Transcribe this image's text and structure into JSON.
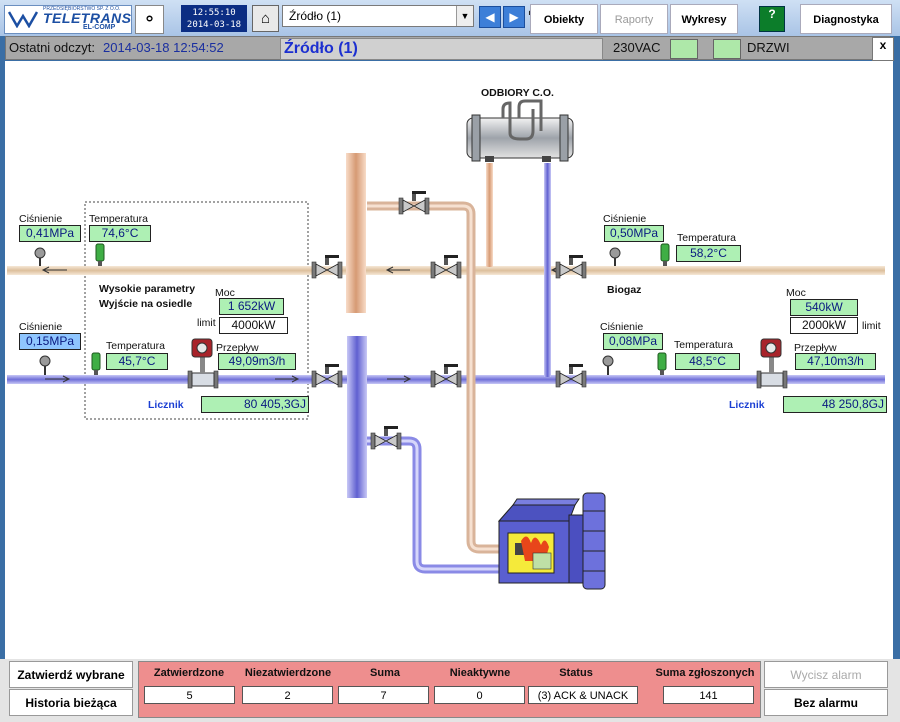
{
  "toolbar": {
    "logo_small": "PRZEDSIĘBIORSTWO SP. Z O.O.",
    "logo_main": "TELETRANS",
    "logo_sub": "EL-COMP",
    "clock_time": "12:55:10",
    "clock_date": "2014-03-18",
    "source_select_value": "Źródło (1)",
    "menu": {
      "objects": "Obiekty",
      "reports": "Raporty",
      "charts": "Wykresy",
      "help": "?",
      "diagnostics": "Diagnostyka"
    }
  },
  "status": {
    "last_reading_label": "Ostatni odczyt:",
    "last_reading_time": "2014-03-18 12:54:52",
    "station_title": "Źródło (1)",
    "power_label": "230VAC",
    "door_label": "DRZWI",
    "close_label": "x",
    "indicator_color": "#aee8a9"
  },
  "diagram": {
    "receivers_title": "ODBIORY C.O.",
    "left_supply": {
      "pressure_label": "Ciśnienie",
      "pressure_value": "0,41MPa",
      "temperature_label": "Temperatura",
      "temperature_value": "74,6°C",
      "params_line1": "Wysokie parametry",
      "params_line2": "Wyjście na osiedle",
      "power_label": "Moc",
      "power_value": "1 652kW",
      "limit_label": "limit",
      "limit_value": "4000kW"
    },
    "left_return": {
      "pressure_label": "Ciśnienie",
      "pressure_value": "0,15MPa",
      "temperature_label": "Temperatura",
      "temperature_value": "45,7°C",
      "flow_label": "Przepływ",
      "flow_value": "49,09m3/h",
      "meter_label": "Licznik",
      "meter_value": "80 405,3GJ"
    },
    "right_supply": {
      "pressure_label": "Ciśnienie",
      "pressure_value": "0,50MPa",
      "temperature_label": "Temperatura",
      "temperature_value": "58,2°C",
      "biogas_label": "Biogaz",
      "power_label": "Moc",
      "power_value": "540kW",
      "limit_label": "limit",
      "limit_value": "2000kW"
    },
    "right_return": {
      "pressure_label": "Ciśnienie",
      "pressure_value": "0,08MPa",
      "temperature_label": "Temperatura",
      "temperature_value": "48,5°C",
      "flow_label": "Przepływ",
      "flow_value": "47,10m3/h",
      "meter_label": "Licznik",
      "meter_value": "48 250,8GJ"
    },
    "colors": {
      "supply_pipe": "#ebd3b6",
      "return_pipe": "#8e8ee6",
      "value_green": "#aef0b4",
      "value_blue": "#8fc6ff"
    }
  },
  "bottom": {
    "confirm_selected": "Zatwierdź wybrane",
    "current_history": "Historia bieżąca",
    "clear_alarm": "Wycisz alarm",
    "no_alarm": "Bez alarmu",
    "alarms": {
      "headers": [
        "Zatwierdzone",
        "Niezatwierdzone",
        "Suma",
        "Nieaktywne",
        "Status",
        "Suma zgłoszonych"
      ],
      "values": [
        "5",
        "2",
        "7",
        "0",
        "(3) ACK & UNACK",
        "141"
      ]
    }
  }
}
